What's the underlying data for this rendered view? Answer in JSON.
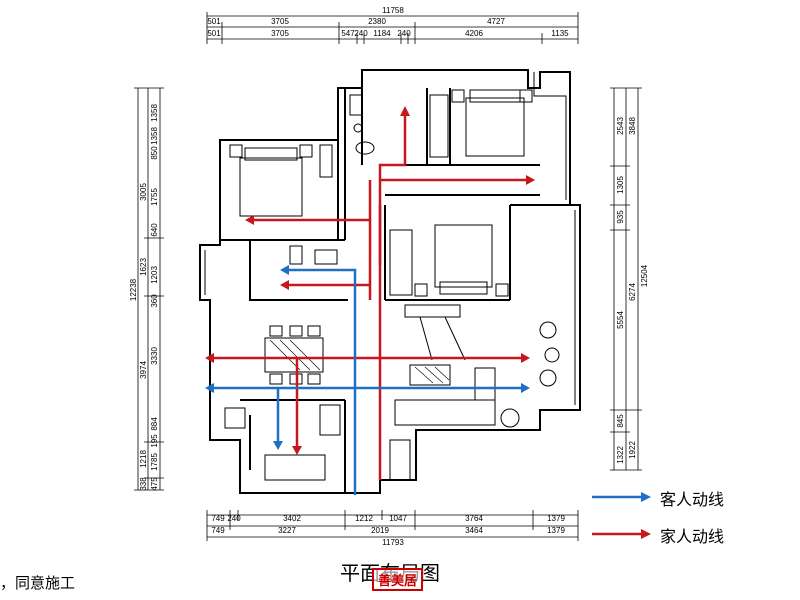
{
  "dimensions": {
    "top_total": "11758",
    "top_row1": [
      "501",
      "3705",
      "2380",
      "4727"
    ],
    "top_row2": [
      "501",
      "3705",
      "547",
      "240",
      "1184",
      "240",
      "4206",
      "1135"
    ],
    "bottom_row1": [
      "749",
      "240",
      "3402",
      "1212",
      "1047",
      "3764",
      "1379"
    ],
    "bottom_row2": [
      "749",
      "3227",
      "2019",
      "3464",
      "1379"
    ],
    "bottom_total": "11793",
    "left_total": "12238",
    "left_outer": [
      "3005",
      "1623",
      "3974",
      "1218",
      "338"
    ],
    "left_inner": [
      "1358",
      "1358",
      "850",
      "1755",
      "640",
      "1203",
      "360",
      "3330",
      "884",
      "195",
      "1785",
      "475"
    ],
    "right_outer": [
      "3848",
      "12504",
      "1922"
    ],
    "right_inner": [
      "2543",
      "1305",
      "935",
      "6274",
      "5554",
      "845",
      "1922",
      "1322"
    ]
  },
  "legend": {
    "guest_label": "客人动线",
    "family_label": "家人动线",
    "guest_color": "#1f6fc5",
    "family_color": "#c8161d"
  },
  "caption": "平面布局图",
  "note": "，同意施工",
  "watermark": "善美居"
}
